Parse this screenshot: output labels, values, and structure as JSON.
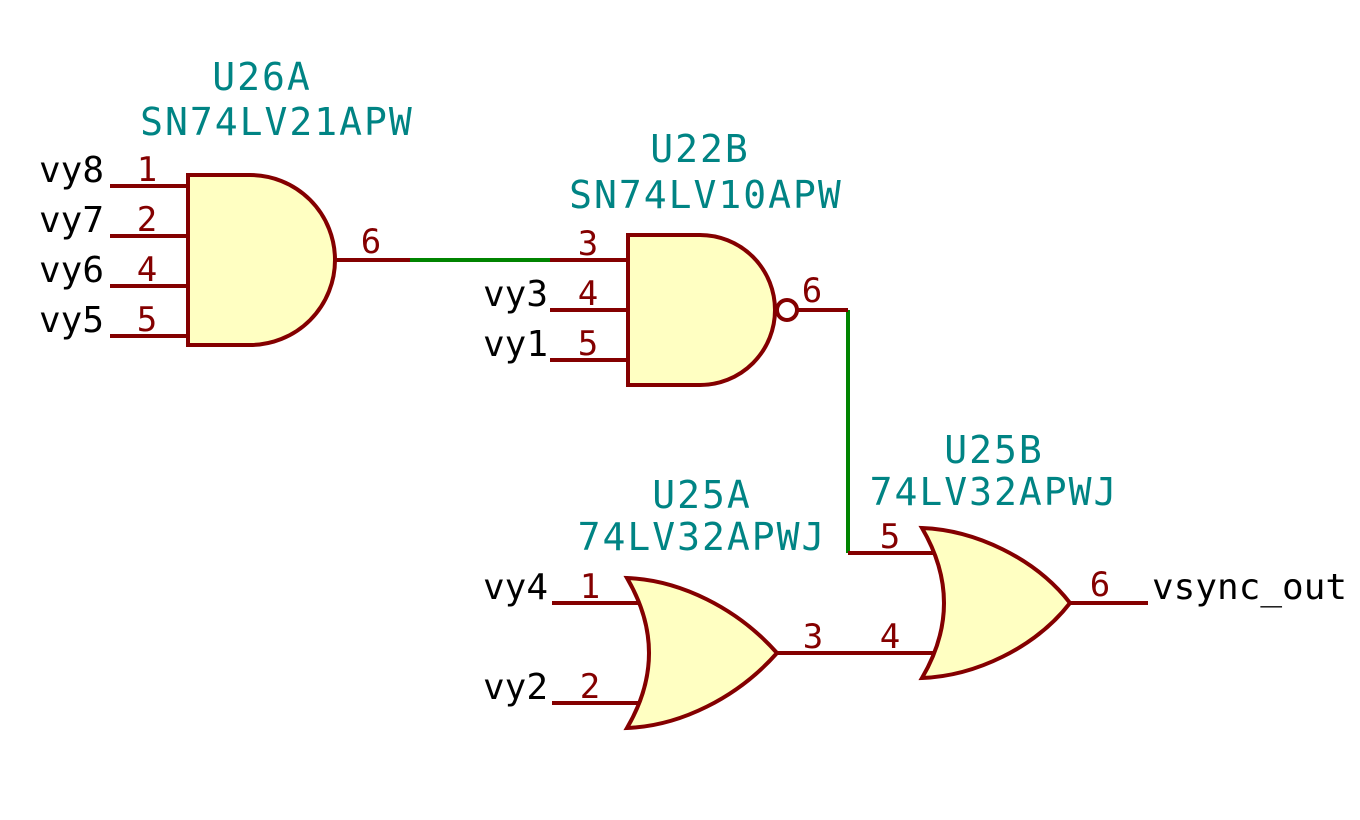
{
  "schematic": {
    "tool_style": "kicad-schematic",
    "colors": {
      "background": "#FFFFFF",
      "gate_fill": "#FFFFC2",
      "gate_outline": "#840000",
      "pin_line": "#840000",
      "pin_number": "#840000",
      "wire": "#008400",
      "reference_label": "#008484",
      "net_label": "#000000",
      "bubble_fill": "#FFFFFF"
    },
    "gates": [
      {
        "reference": "U26A",
        "value": "SN74LV21APW",
        "type": "AND-4-input",
        "inputs": [
          {
            "pin": "1",
            "net": "vy8"
          },
          {
            "pin": "2",
            "net": "vy7"
          },
          {
            "pin": "4",
            "net": "vy6"
          },
          {
            "pin": "5",
            "net": "vy5"
          }
        ],
        "output": {
          "pin": "6",
          "net": ""
        }
      },
      {
        "reference": "U22B",
        "value": "SN74LV10APW",
        "type": "NAND-3-input",
        "inputs": [
          {
            "pin": "3",
            "net": ""
          },
          {
            "pin": "4",
            "net": "vy3"
          },
          {
            "pin": "5",
            "net": "vy1"
          }
        ],
        "output": {
          "pin": "6",
          "net": ""
        }
      },
      {
        "reference": "U25A",
        "value": "74LV32APWJ",
        "type": "OR-2-input",
        "inputs": [
          {
            "pin": "1",
            "net": "vy4"
          },
          {
            "pin": "2",
            "net": "vy2"
          }
        ],
        "output": {
          "pin": "3",
          "net": ""
        }
      },
      {
        "reference": "U25B",
        "value": "74LV32APWJ",
        "type": "OR-2-input",
        "inputs": [
          {
            "pin": "5",
            "net": ""
          },
          {
            "pin": "4",
            "net": ""
          }
        ],
        "output": {
          "pin": "6",
          "net": "vsync_out"
        }
      }
    ],
    "connections": [
      {
        "from": "U26A pin 6",
        "to": "U22B pin 3"
      },
      {
        "from": "U22B pin 6",
        "to": "U25B pin 5"
      },
      {
        "from": "U25A pin 3",
        "to": "U25B pin 4"
      }
    ]
  }
}
